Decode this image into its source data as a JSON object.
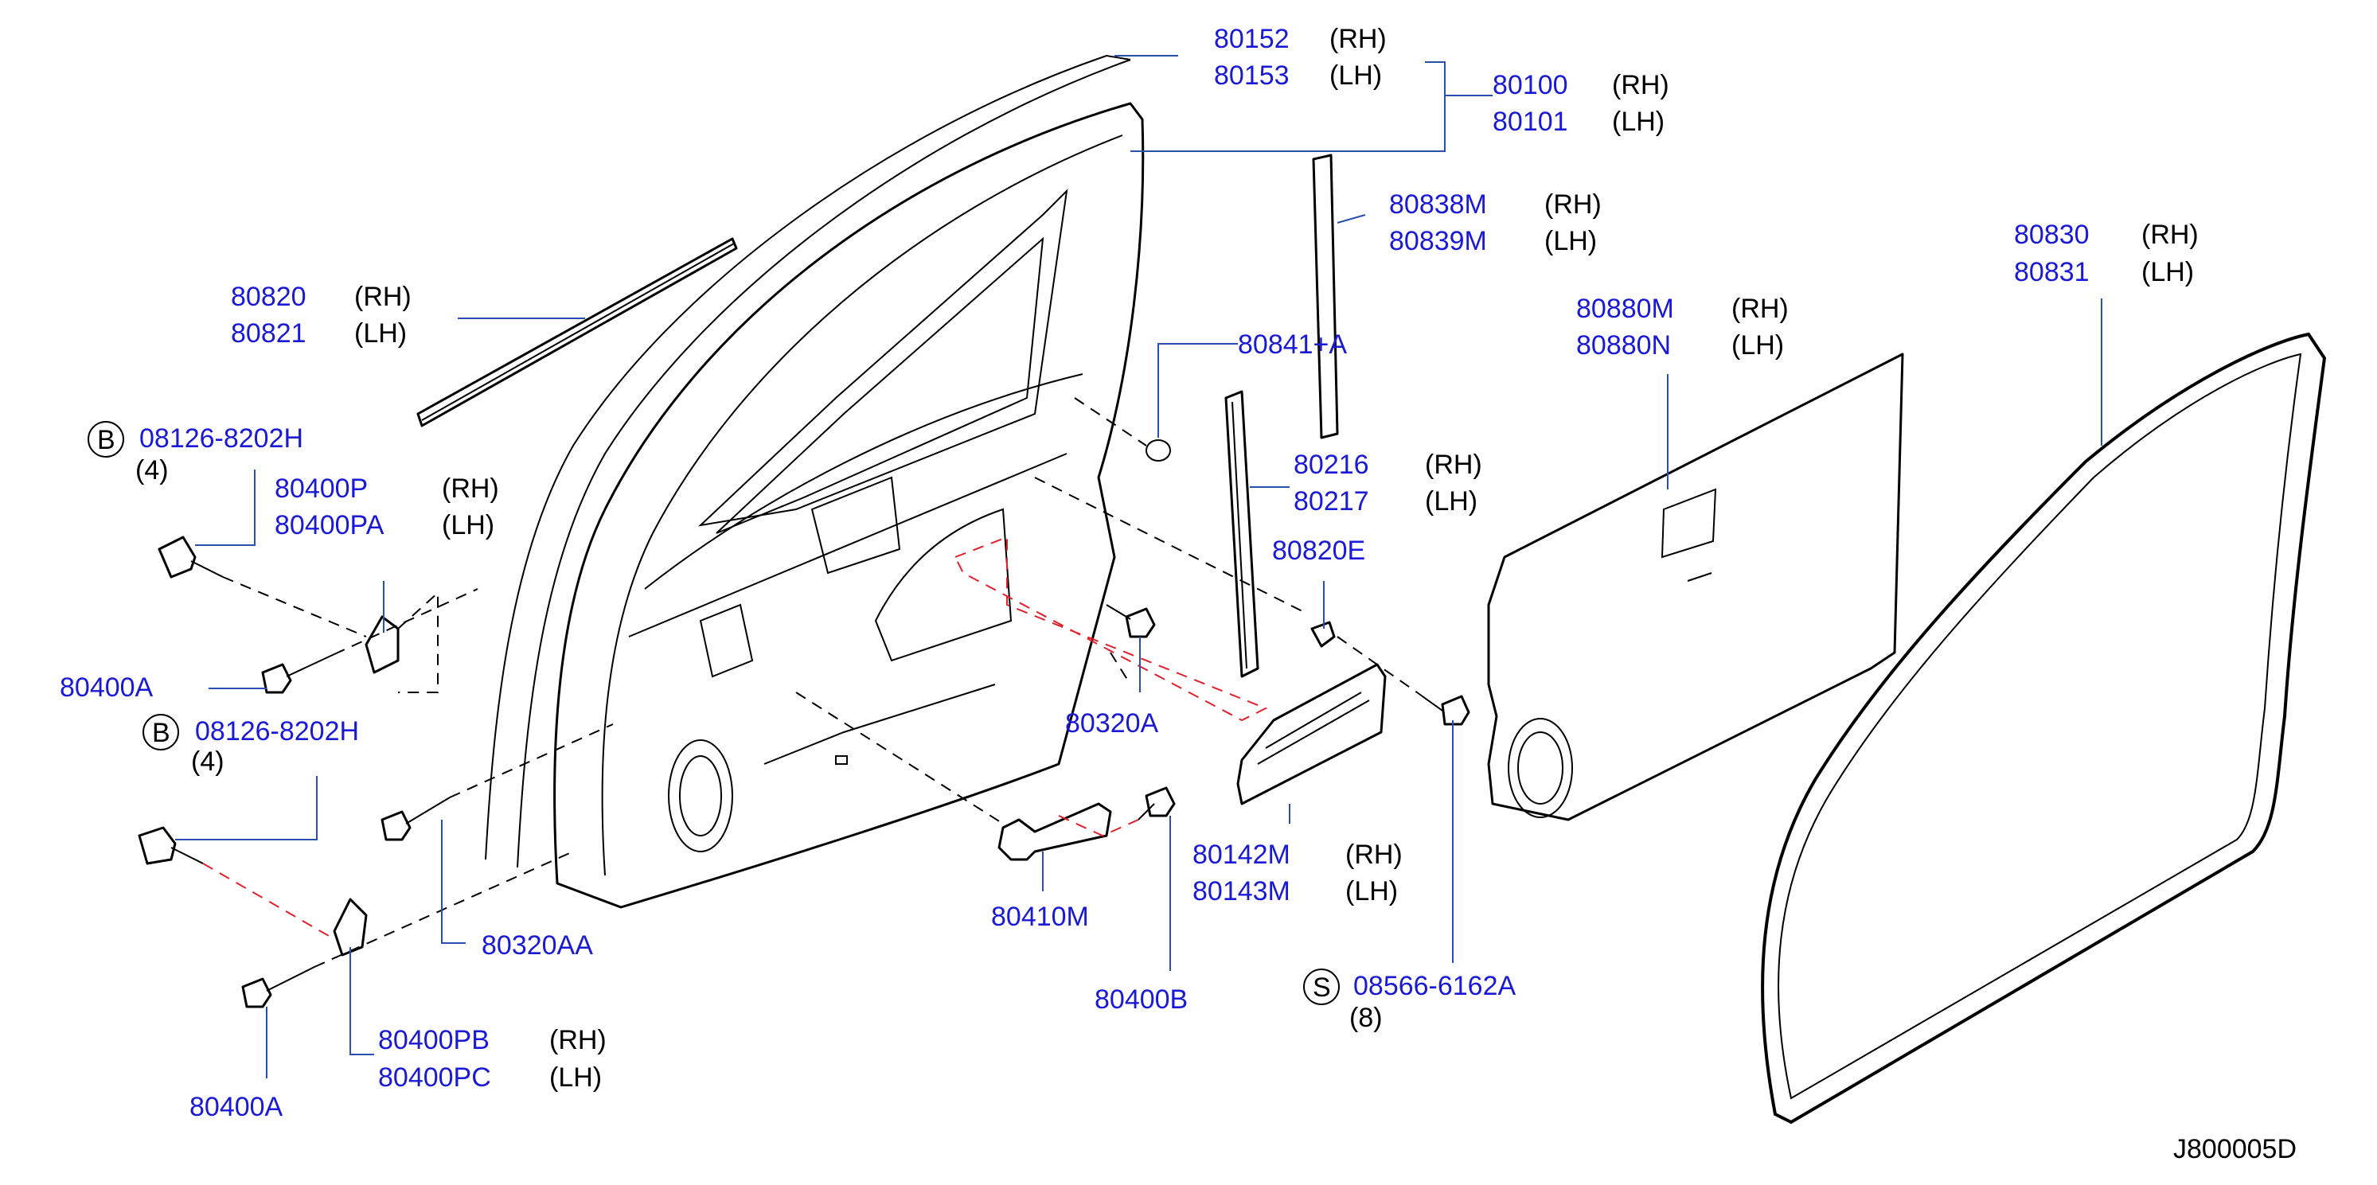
{
  "callouts": [
    {
      "id": "80152",
      "part": "80152",
      "side": "(RH)"
    },
    {
      "id": "80153",
      "part": "80153",
      "side": "(LH)"
    },
    {
      "id": "80100",
      "part": "80100",
      "side": "(RH)"
    },
    {
      "id": "80101",
      "part": "80101",
      "side": "(LH)"
    },
    {
      "id": "80838M",
      "part": "80838M",
      "side": "(RH)"
    },
    {
      "id": "80839M",
      "part": "80839M",
      "side": "(LH)"
    },
    {
      "id": "80820",
      "part": "80820",
      "side": "(RH)"
    },
    {
      "id": "80821",
      "part": "80821",
      "side": "(LH)"
    },
    {
      "id": "80841A",
      "part": "80841+A",
      "side": ""
    },
    {
      "id": "80830",
      "part": "80830",
      "side": "(RH)"
    },
    {
      "id": "80831",
      "part": "80831",
      "side": "(LH)"
    },
    {
      "id": "80880M",
      "part": "80880M",
      "side": "(RH)"
    },
    {
      "id": "80880N",
      "part": "80880N",
      "side": "(LH)"
    },
    {
      "id": "B1",
      "part": "08126-8202H",
      "symbol": "B",
      "qty": "(4)"
    },
    {
      "id": "80400P",
      "part": "80400P",
      "side": "(RH)"
    },
    {
      "id": "80400PA",
      "part": "80400PA",
      "side": "(LH)"
    },
    {
      "id": "80216",
      "part": "80216",
      "side": "(RH)"
    },
    {
      "id": "80217",
      "part": "80217",
      "side": "(LH)"
    },
    {
      "id": "80820E",
      "part": "80820E",
      "side": ""
    },
    {
      "id": "80400A_1",
      "part": "80400A",
      "side": ""
    },
    {
      "id": "B2",
      "part": "08126-8202H",
      "symbol": "B",
      "qty": "(4)"
    },
    {
      "id": "80320A",
      "part": "80320A",
      "side": ""
    },
    {
      "id": "80142M",
      "part": "80142M",
      "side": "(RH)"
    },
    {
      "id": "80143M",
      "part": "80143M",
      "side": "(LH)"
    },
    {
      "id": "80410M",
      "part": "80410M",
      "side": ""
    },
    {
      "id": "80320AA",
      "part": "80320AA",
      "side": ""
    },
    {
      "id": "S1",
      "part": "08566-6162A",
      "symbol": "S",
      "qty": "(8)"
    },
    {
      "id": "80400B",
      "part": "80400B",
      "side": ""
    },
    {
      "id": "80400PB",
      "part": "80400PB",
      "side": "(RH)"
    },
    {
      "id": "80400PC",
      "part": "80400PC",
      "side": "(LH)"
    },
    {
      "id": "80400A_2",
      "part": "80400A",
      "side": ""
    }
  ],
  "diagram_code": "J800005D",
  "colors": {
    "part_number": "#1a1ad6",
    "leader": "#2a4fb0",
    "hidden_path": "#e0202a"
  }
}
